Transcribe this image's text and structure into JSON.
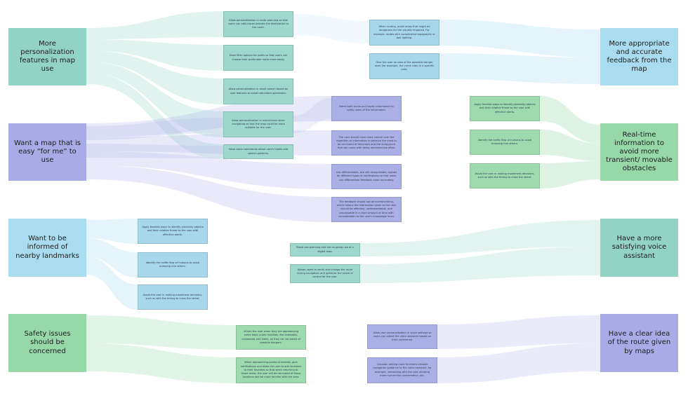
{
  "categories": {
    "personalization": "More personalization features in map use",
    "easy": "Want a map that is easy “for me” to use",
    "landmarks": "Want to be informed of nearby landmarks",
    "safety": "Safety issues should be concerned",
    "feedback": "More appropriate and accurate feedback from the map",
    "realtime": "Real-time information to avoid more transient/ movable obstacles",
    "voice": "Have a more satisfying voice assistant",
    "route": "Have a clear idea of the route given by maps"
  },
  "cards": {
    "p1": "Allow personalization in route planning so that users can add places besides the destination to the route.",
    "p2": "Have filter options for paths so that users can choose their preferable route more easily.",
    "p3": "Allow personalization in result search based on user features to avoid redundant operations.",
    "p4": "Allow personalization in instructions when navigating so that the map could be more suitable for the user.",
    "p5": "Have voice commands adapt user's habits and speech patterns.",
    "e1": "Blend both audio and haptic information to notify users of the information.",
    "e2": "The user should have more control over the repetition of information to balance the need to be reminded of directions and the annoyance that can come with being reminded too often.",
    "e3": "Use differentiable, but still recognizable, signals for different types of notifications so that users can differentiate feedback more accurately.",
    "e4": "The feedback should not be overwhelming, which means the information given to the user should be effective, understandable, and processable in a short amount of time with consideration to the user's knowledge level.",
    "f1": "When routing, avoid areas that might be dangerous for the visually impaired. For example, routes with complicated topography or bad lighting.",
    "f2": "Give the user an idea of the potential danger level (for example, the crime rate) in a specific area.",
    "r1": "Apply feasible ways to identify proximity objects and their relative threat to the user with effective alerts.",
    "r2": "Identify the traffic flow of humans to avoid bumping into others.",
    "r3": "Assist the user in making movement decisions, such as with the timing to cross the street.",
    "l1": "Apply feasible ways to identify proximity objects and their relative threat to the user with effective alerts.",
    "l2": "Identify the traffic flow of humans to avoid bumping into others.",
    "l3": "Assist the user in making movement decisions, such as with the timing to cross the street.",
    "v1": "Blend pre-planning and the on-going use of a digital map.",
    "v2": "Allows users to verify and change the route during navigation and optimize the sense of control for the user.",
    "s1": "Inform the user when they are approaching some basic public facilities, like sidewalks, crosswalks and stairs, so they can be aware of possible dangers.",
    "s2": "When approaching points of interest, give notifications and allow the user to add locations to their favorites so that when returning to those areas, the user will be reminded of those locations and be more familiar with the area.",
    "c1": "Allow user personalization in voice settings so users can adjust the voice assistant based on their preference.",
    "c2": "Consider adding more functions besides navigation guidance to the voice assistant, for example, interacting with the user allowing more human-like conversation, etc."
  },
  "colors": {
    "teal": "#93d3c6",
    "blue": "#a9abe6",
    "sky": "#a9dcee",
    "green": "#96d8a8"
  }
}
